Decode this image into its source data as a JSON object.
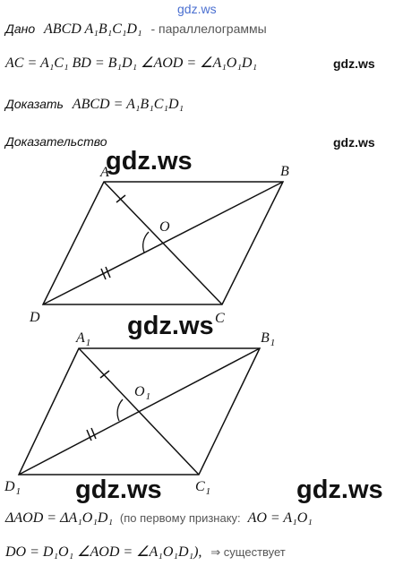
{
  "watermark_top": "gdz.ws",
  "watermarks": {
    "line2": "gdz.ws",
    "proof_label": "gdz.ws",
    "diagram1_top": "gdz.ws",
    "diagram1_bottom": "gdz.ws",
    "bottom_left": "gdz.ws",
    "bottom_right": "gdz.ws"
  },
  "given": {
    "label": "Дано",
    "figures": "ABCD  A₁B₁C₁D₁",
    "suffix": "- параллелограммы",
    "equalities": "AC = A₁C₁   BD = B₁D₁   ∠AOD = ∠A₁O₁D₁"
  },
  "prove": {
    "label": "Доказать",
    "statement": "ABCD = A₁B₁C₁D₁"
  },
  "proof": {
    "label": "Доказательство",
    "line1": "ΔAOD = ΔA₁O₁D₁",
    "line1_note": "(по первому признаку:",
    "line1_tail": "AO = A₁O₁",
    "line2": "DO = D₁O₁   ∠AOD = ∠A₁O₁D₁),",
    "line2_tail": "⇒ существует"
  },
  "diagram1": {
    "points": {
      "A": "A",
      "B": "B",
      "C": "C",
      "D": "D",
      "O": "O"
    }
  },
  "diagram2": {
    "points": {
      "A": "A",
      "B": "B",
      "C": "C",
      "D": "D",
      "O": "O"
    },
    "subscript": "1"
  }
}
